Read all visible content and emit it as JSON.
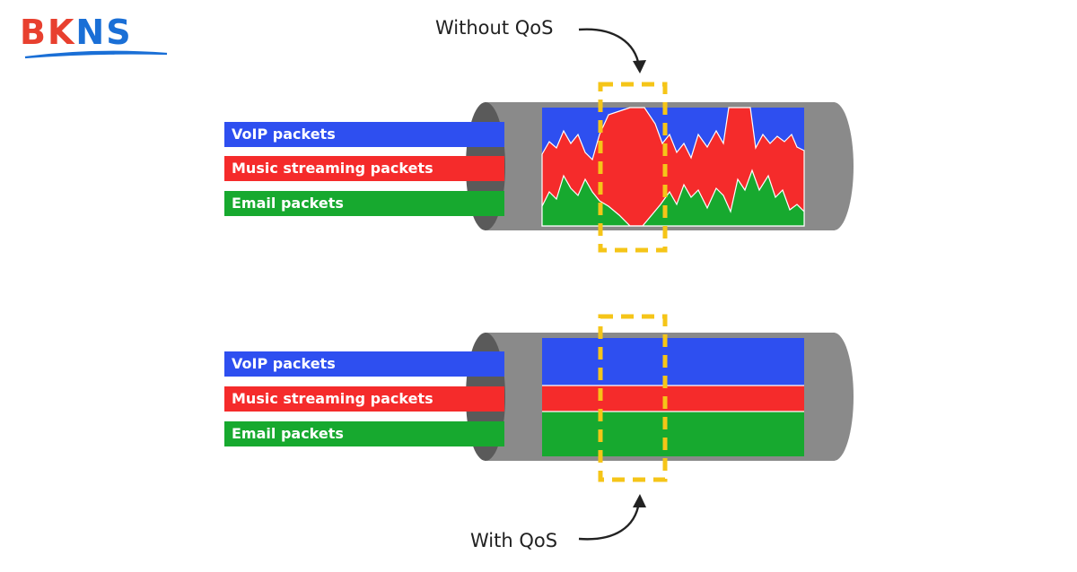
{
  "brand": {
    "name": "BKNS",
    "letters": [
      "B",
      "K",
      "N",
      "S"
    ],
    "letter_colors": [
      "#e8402f",
      "#e8402f",
      "#1a6fd6",
      "#1a6fd6"
    ],
    "swoosh_color": "#1a6fd6"
  },
  "colors": {
    "voip": "#2e4ff0",
    "music": "#f52b2b",
    "email": "#17a92f",
    "pipe": "#8a8a8a",
    "pipe_dark": "#5a5a5a",
    "highlight": "#f5c518"
  },
  "diagrams": [
    {
      "id": "without-qos",
      "caption": "Without QoS",
      "streams": [
        {
          "label": "VoIP packets",
          "key": "voip"
        },
        {
          "label": "Music streaming packets",
          "key": "music"
        },
        {
          "label": "Email packets",
          "key": "email"
        }
      ],
      "traffic": "fluctuating"
    },
    {
      "id": "with-qos",
      "caption": "With QoS",
      "streams": [
        {
          "label": "VoIP packets",
          "key": "voip"
        },
        {
          "label": "Music streaming packets",
          "key": "music"
        },
        {
          "label": "Email packets",
          "key": "email"
        }
      ],
      "traffic": "steady"
    }
  ]
}
